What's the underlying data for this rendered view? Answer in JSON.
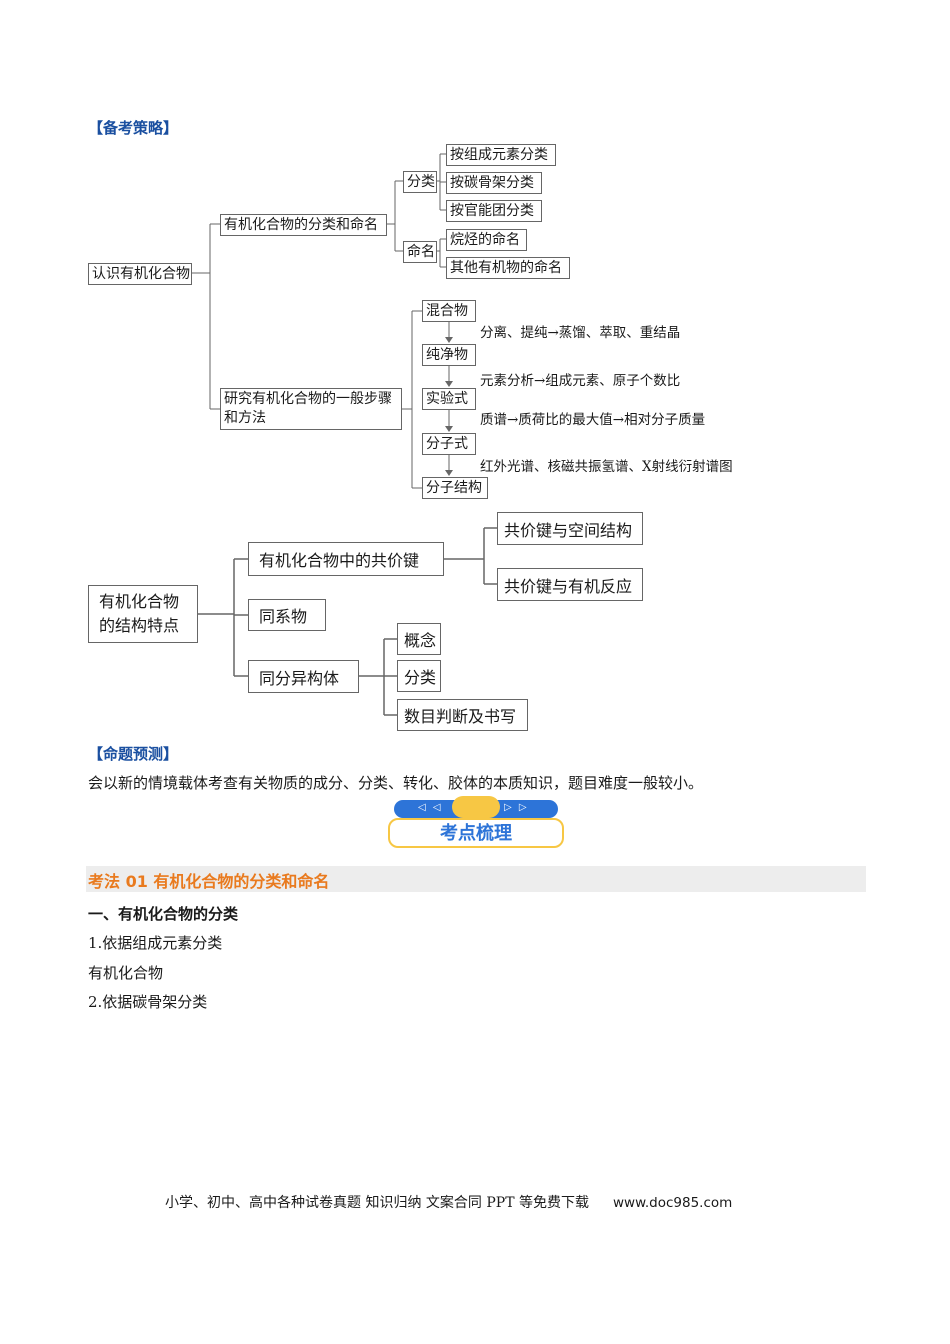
{
  "strategy_label": "【备考策略】",
  "mindmap1": {
    "root": "认识有机化合物",
    "branch_a": "有机化合物的分类和命名",
    "classify": "分类",
    "classify_items": [
      "按组成元素分类",
      "按碳骨架分类",
      "按官能团分类"
    ],
    "naming": "命名",
    "naming_items": [
      "烷烃的命名",
      "其他有机物的命名"
    ],
    "branch_b_line1": "研究有机化合物的一般步骤",
    "branch_b_line2": "和方法",
    "steps": [
      "混合物",
      "纯净物",
      "实验式",
      "分子式",
      "分子结构"
    ],
    "step_notes": [
      "分离、提纯→蒸馏、萃取、重结晶",
      "元素分析→组成元素、原子个数比",
      "质谱→质荷比的最大值→相对分子质量",
      "红外光谱、核磁共振氢谱、X射线衍射谱图"
    ]
  },
  "mindmap2": {
    "root_line1": "有机化合物",
    "root_line2": "的结构特点",
    "covalent": "有机化合物中的共价键",
    "covalent_items": [
      "共价键与空间结构",
      "共价键与有机反应"
    ],
    "homolog": "同系物",
    "isomer": "同分异构体",
    "isomer_items": [
      "概念",
      "分类",
      "数目判断及书写"
    ]
  },
  "prediction_label": "【命题预测】",
  "prediction_text": "会以新的情境载体考查有关物质的成分、分类、转化、胶体的本质知识，题目难度一般较小。",
  "banner": {
    "text": "考点梳理",
    "arrows_left": "◁ ◁",
    "arrows_right": "▷ ▷"
  },
  "section_heading": "考法 01 有机化合物的分类和命名",
  "subheading": "一、有机化合物的分类",
  "item1": "1.依据组成元素分类",
  "item1_body": "有机化合物",
  "item2": "2.依据碳骨架分类",
  "footer": {
    "text": "小学、初中、高中各种试卷真题  知识归纳  文案合同  PPT 等免费下载",
    "url": "www.doc985.com"
  },
  "colors": {
    "accent_blue": "#1a4fa0",
    "heading_orange": "#e97a1e",
    "banner_blue": "#2d74d8",
    "banner_yellow": "#f7c744"
  }
}
